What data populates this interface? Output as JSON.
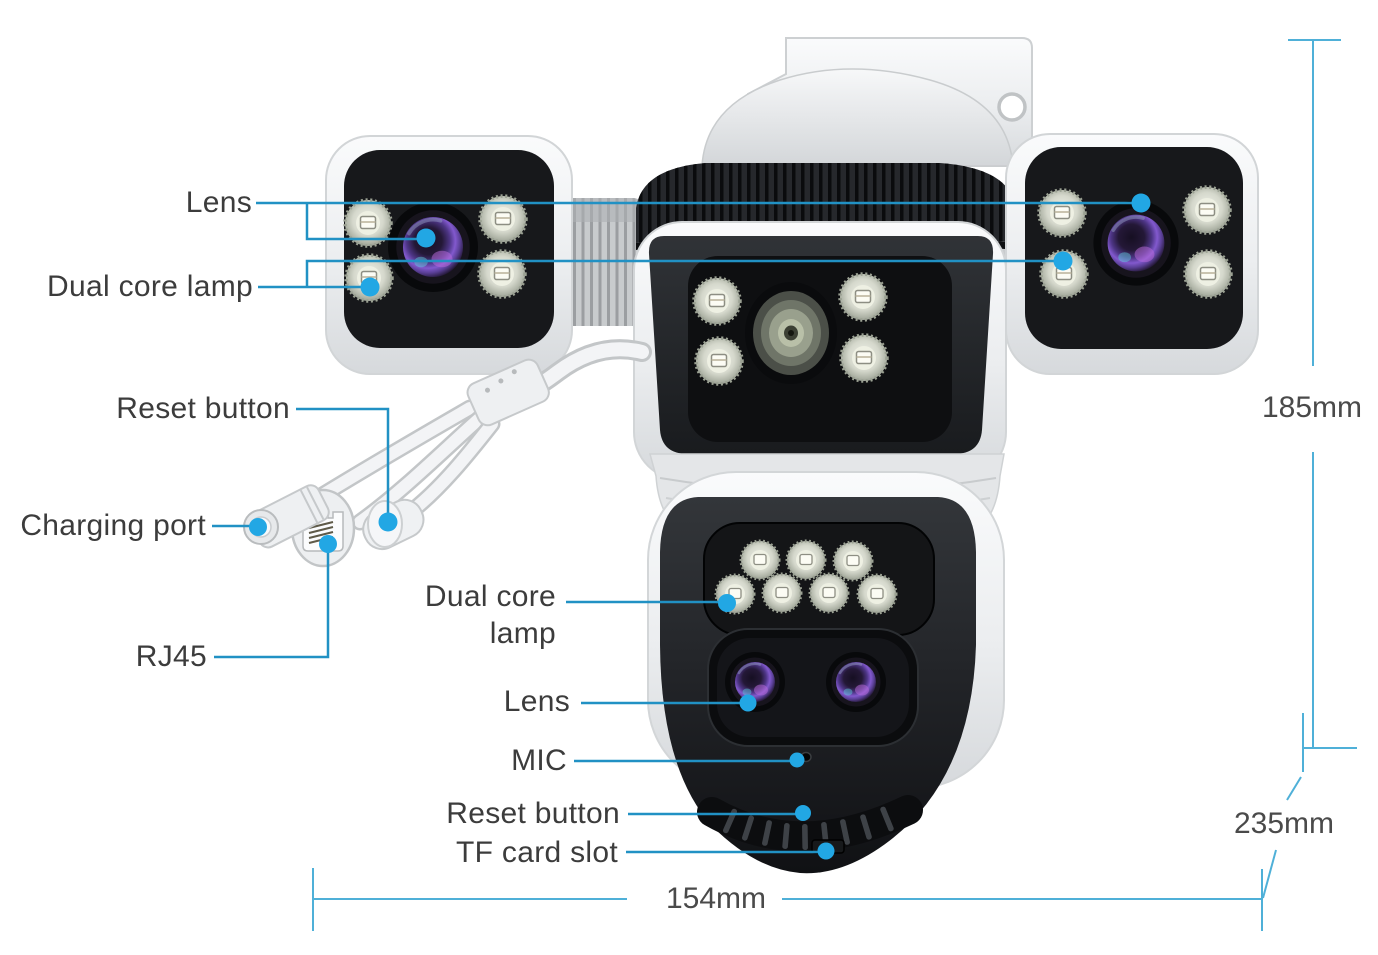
{
  "callouts": {
    "lens_top": "Lens",
    "dual_core_lamp_top": "Dual core lamp",
    "reset_button_top": "Reset button",
    "charging_port": "Charging port",
    "rj45": "RJ45",
    "dual_core_lamp_bottom": "Dual core lamp",
    "lens_bottom": "Lens",
    "mic": "MIC",
    "reset_button_bottom": "Reset button",
    "tf_card_slot": "TF card slot"
  },
  "dimensions": {
    "upper_height": "185mm",
    "total_height": "235mm",
    "width": "154mm"
  },
  "colors": {
    "leader_line": "#2191c4",
    "callout_dot": "#22a7e4",
    "dimension_line": "#4fb0d8",
    "label_text": "#3c3c3c",
    "camera_body_white": "#eceef0",
    "camera_face_black": "#1a1c1f",
    "lens_iris_purple": "#8259ce",
    "led_lamp": "#eef0e3"
  }
}
